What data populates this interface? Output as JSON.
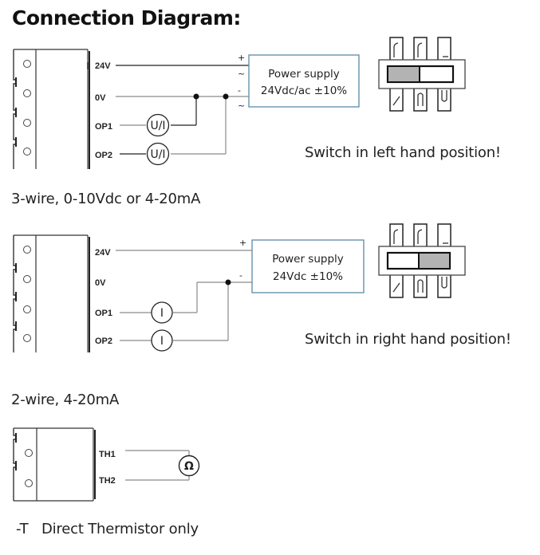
{
  "title": "Connection Diagram:",
  "sections": [
    {
      "id": "three-wire",
      "caption": "3-wire, 0-10Vdc or 4-20mA",
      "terminals": [
        "24V",
        "0V",
        "OP1",
        "OP2"
      ],
      "sensor_symbol": "U/I",
      "power_supply": {
        "line1": "Power supply",
        "line2": "24Vdc/ac ±10%",
        "polarity": [
          "+",
          "~",
          "-",
          "~"
        ]
      },
      "switch_position": "left",
      "switch_note": "Switch in left hand position!"
    },
    {
      "id": "two-wire",
      "caption": "2-wire, 4-20mA",
      "terminals": [
        "24V",
        "0V",
        "OP1",
        "OP2"
      ],
      "sensor_symbol": "I",
      "power_supply": {
        "line1": "Power supply",
        "line2": "24Vdc ±10%",
        "polarity": [
          "+",
          "-"
        ]
      },
      "switch_position": "right",
      "switch_note": "Switch in right hand position!"
    },
    {
      "id": "thermistor",
      "caption": "-T   Direct Thermistor only",
      "terminals": [
        "TH1",
        "TH2"
      ],
      "sensor_symbol": "Ω"
    }
  ],
  "colors": {
    "line": "#222222",
    "wire_gray": "#8a8a8a",
    "box_border": "#5b8aa6",
    "switch_fill": "#b3b3b3"
  }
}
